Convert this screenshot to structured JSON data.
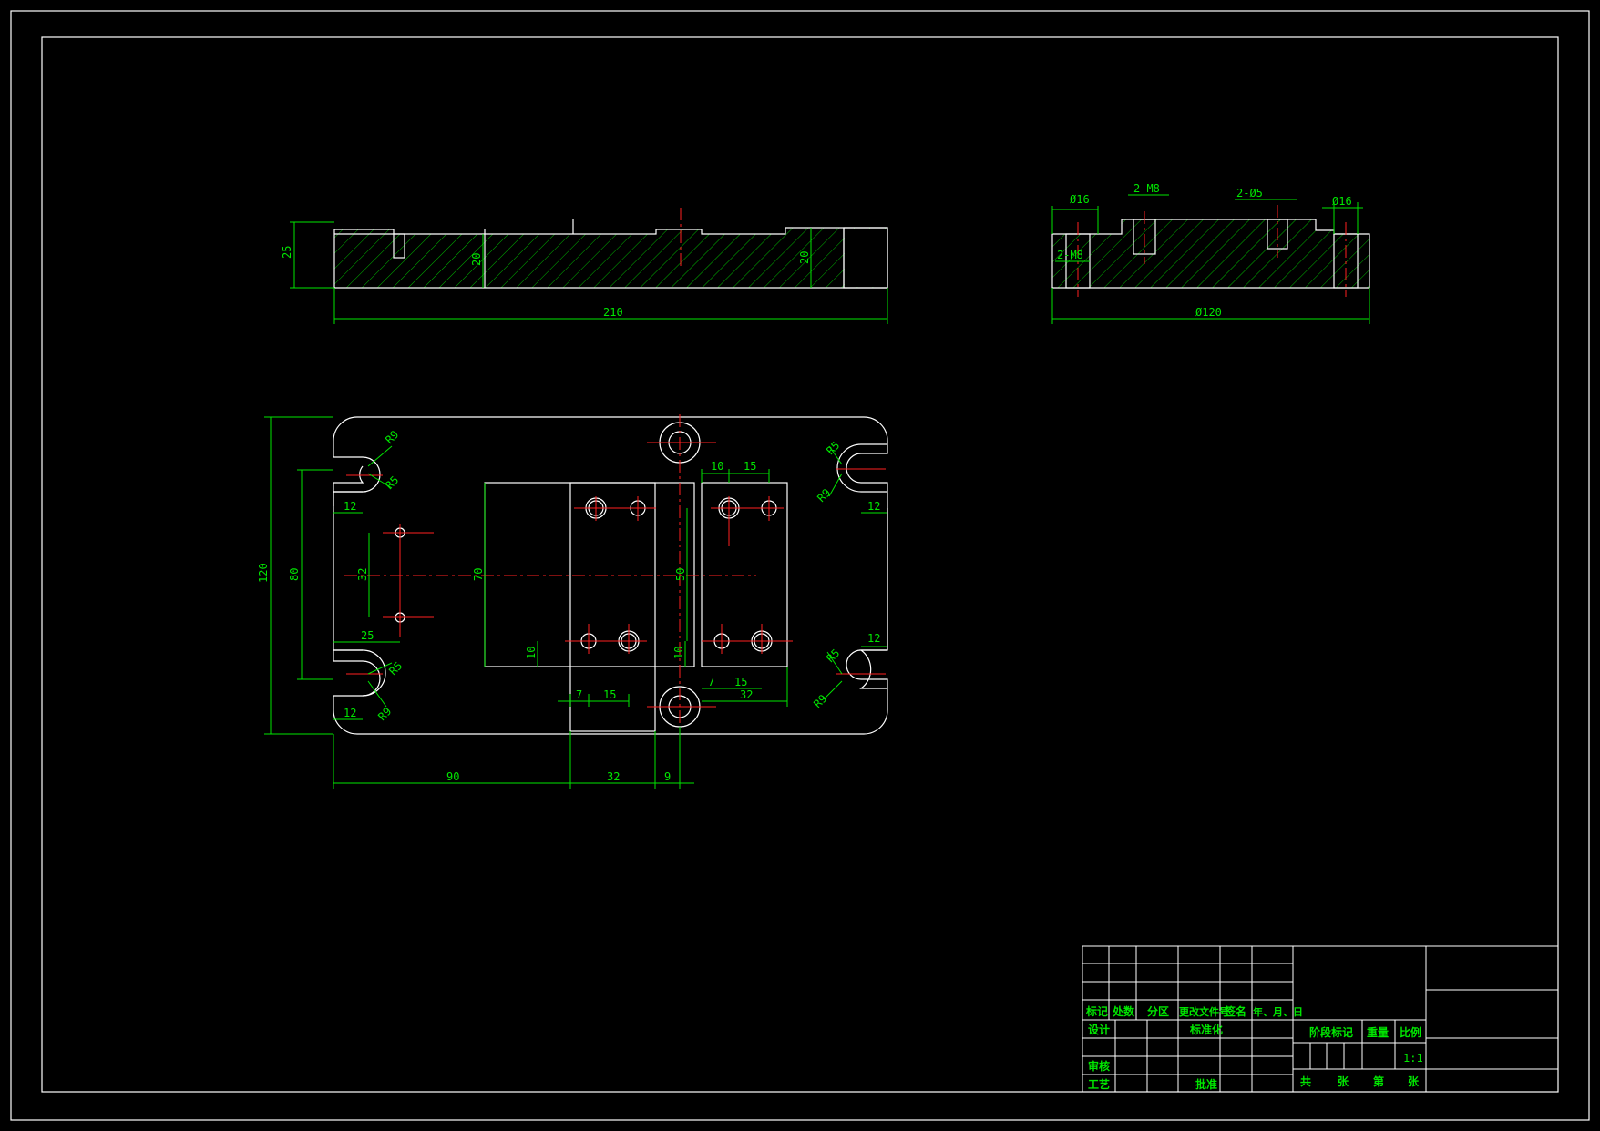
{
  "colors": {
    "background": "#000000",
    "outline": "#ffffff",
    "dimension": "#00e600",
    "centerline": "#ff2020"
  },
  "front_view": {
    "height_total": "25",
    "depth_left": "20",
    "depth_right": "20",
    "length": "210"
  },
  "side_view": {
    "bore_top_left": "Ø16",
    "thread_top": "2-M8",
    "hole_top": "2-Ø5",
    "bore_top_right": "Ø16",
    "thread_side": "2-M8",
    "diameter": "Ø120"
  },
  "top_view": {
    "r_top_left_a": "R9",
    "r_top_left_b": "R5",
    "r_top_right_a": "R5",
    "r_top_right_b": "R9",
    "r_bot_left_a": "R5",
    "r_bot_left_b": "R9",
    "r_bot_right_a": "R5",
    "r_bot_right_b": "R9",
    "slot_tl": "12",
    "slot_tr": "12",
    "slot_bl": "12",
    "slot_br": "12",
    "height_total": "120",
    "height_inner": "80",
    "pin_spacing": "32",
    "pin_offset": "25",
    "pocket_height": "70",
    "center_height": "50",
    "bottom_offset_l": "10",
    "bottom_offset_r": "10",
    "top_dim_10": "10",
    "top_dim_15": "15",
    "bot_l_7": "7",
    "bot_l_15": "15",
    "bot_r_7": "7",
    "bot_r_15": "15",
    "bot_r_32": "32",
    "base_90": "90",
    "base_32": "32",
    "base_9": "9"
  },
  "title_block": {
    "col_mark": "标记",
    "col_qty": "处数",
    "col_zone": "分区",
    "col_docno": "更改文件号",
    "col_sign": "签名",
    "col_date": "年、月、日",
    "design": "设计",
    "standard": "标准化",
    "check": "审核",
    "process": "工艺",
    "approve": "批准",
    "stage_mark": "阶段标记",
    "weight": "重量",
    "scale_label": "比例",
    "scale_value": "1:1",
    "sheets_total": "共",
    "sheets_unit": "张",
    "sheet_no": "第",
    "sheet_unit": "张"
  }
}
